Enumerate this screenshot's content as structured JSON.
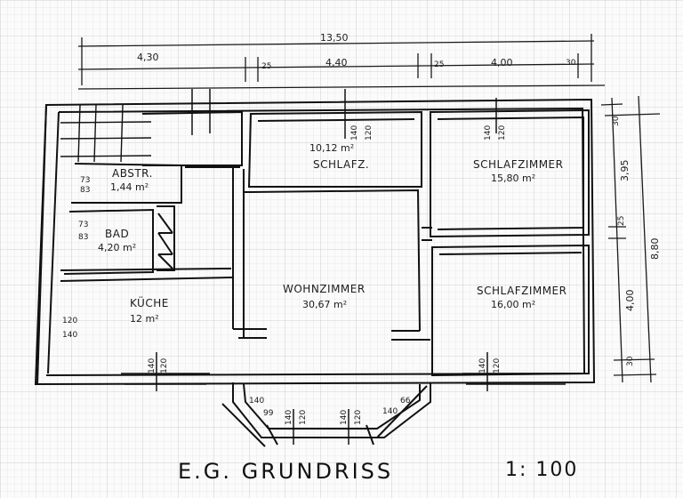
{
  "title": "E.G. GRUNDRISS",
  "scale": "1: 100",
  "colors": {
    "paper": "#fbfbfb",
    "grid": "#d9d9d9",
    "ink": "#1a1a1a"
  },
  "dimensions": {
    "total_width": "13,50",
    "left": "4,30",
    "wall1": "25",
    "middle": "4,40",
    "wall2": "25",
    "right": "4,00",
    "end_wall": "30",
    "total_depth": "8,80",
    "depth_top_wall": "30",
    "depth_top": "3,95",
    "depth_mid_wall": "25",
    "depth_bottom": "4,00",
    "depth_bottom_wall": "30"
  },
  "rooms": {
    "abstr": {
      "name": "ABSTR.",
      "area": "1,44 m²",
      "opening_w": "73",
      "opening_h": "83"
    },
    "bad": {
      "name": "BAD",
      "area": "4,20 m²",
      "opening_w": "73",
      "opening_h": "83"
    },
    "kueche": {
      "name": "KÜCHE",
      "area": "12 m²",
      "opening_w": "120",
      "opening_h": "140",
      "window_w": "140",
      "window_h": "120"
    },
    "schlafz_small": {
      "name": "SCHLAFZ.",
      "area": "10,12 m²",
      "window_w": "140",
      "window_h": "120"
    },
    "wohnzimmer": {
      "name": "WOHNZIMMER",
      "area": "30,67 m²",
      "bay_w1": "99",
      "bay_h1": "140",
      "bay_w2": "140",
      "bay_h2": "120",
      "bay_w3": "140",
      "bay_h3": "120",
      "bay_w4": "140",
      "bay_h4": "66"
    },
    "schlafzimmer_top": {
      "name": "SCHLAFZIMMER",
      "area": "15,80 m²",
      "window_w": "140",
      "window_h": "120"
    },
    "schlafzimmer_bottom": {
      "name": "SCHLAFZIMMER",
      "area": "16,00 m²",
      "window_w": "140",
      "window_h": "120"
    }
  }
}
